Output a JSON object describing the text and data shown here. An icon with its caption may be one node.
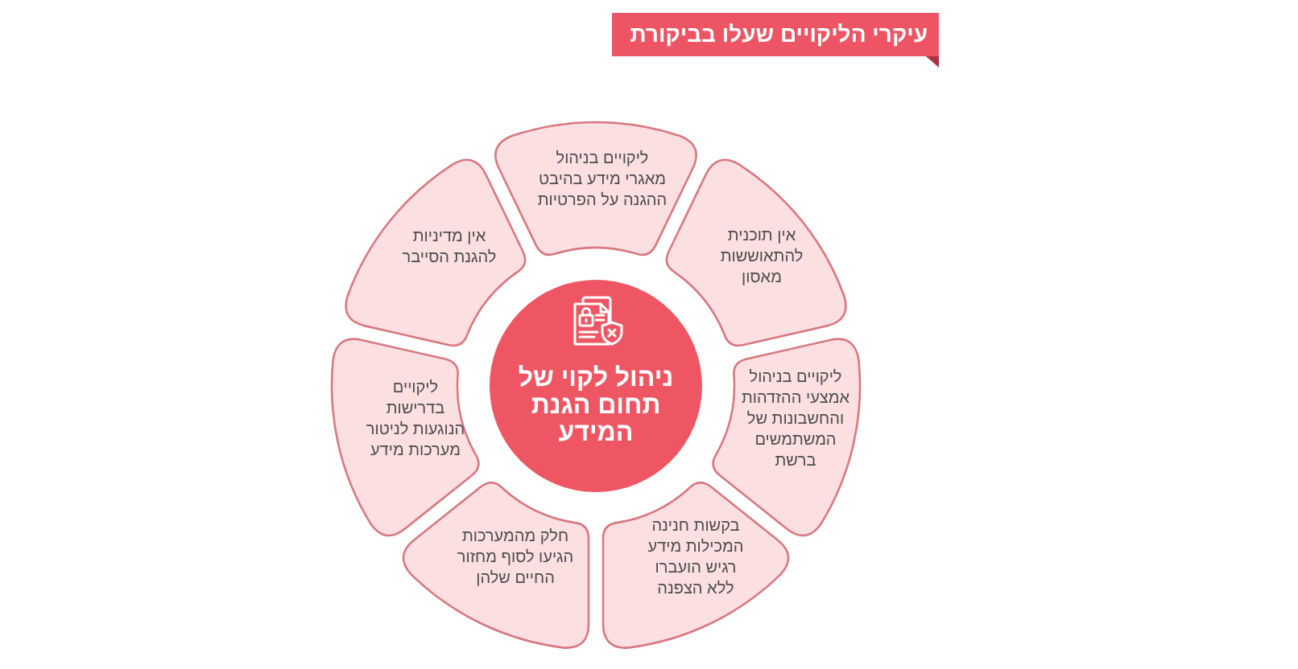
{
  "diagram": {
    "title": "עיקרי הליקויים שעלו בביקורת",
    "nodes": [
      {
        "text": [
          "ניהול לקוי של תחום הגנת המידע"
        ]
      },
      {
        "text": [
          "ליקויים בניהול מאגרי מידע בהיבט ההגנה על הפרטיות"
        ]
      },
      {
        "text": [
          "אין תוכנית להתאוששות מאסון"
        ]
      },
      {
        "text": [
          "ליקויים בניהול אמצעי ההזדהות והחשבונות של המשתמשים ברשת"
        ]
      },
      {
        "text": [
          "בקשות חנינה המכילות מידע רגיש הועברו ללא הצפנה"
        ]
      },
      {
        "text": [
          "חלק מהמערכות הגיעו לסוף מחזור החיים שלהן"
        ]
      },
      {
        "text": [
          "ליקויים בדרישות הנוגעות לניטור מערכות מידע"
        ]
      },
      {
        "text": [
          "אין מדיניות להגנת הסייבר"
        ]
      }
    ]
  }
}
